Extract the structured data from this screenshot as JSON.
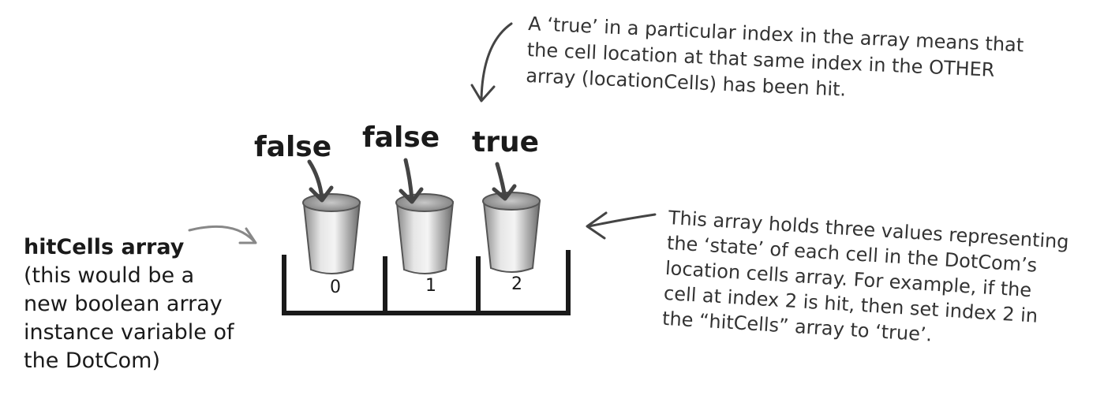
{
  "values": [
    "false",
    "false",
    "true"
  ],
  "indices": [
    "0",
    "1",
    "2"
  ],
  "top_note": [
    "A ‘true’ in a particular index in the array means that",
    "the cell location at that same index in the OTHER",
    "array (locationCells) has been hit."
  ],
  "right_note": [
    "This array holds three values representing",
    "the ‘state’ of each cell in the DotCom’s",
    "location cells array. For example, if the",
    "cell at index 2 is hit, then set index 2 in",
    "the “hitCells” array to ‘true’."
  ],
  "left_caption": {
    "title": "hitCells array",
    "lines": [
      "(this would be a",
      "new boolean array",
      "instance variable of",
      "the DotCom)"
    ]
  },
  "colors": {
    "ink": "#1a1a1a",
    "arrow": "#444444",
    "cup_light": "#e8e8e8",
    "cup_dark": "#6a6a6a"
  }
}
